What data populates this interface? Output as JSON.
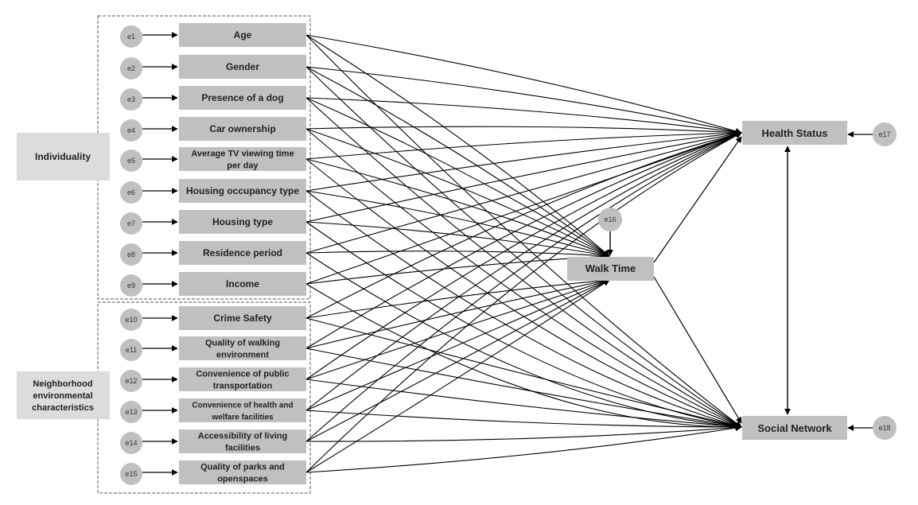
{
  "groups": {
    "individuality": {
      "label": "Individuality"
    },
    "neighborhood": {
      "label_lines": [
        "Neighborhood",
        "environmental",
        "characteristics"
      ]
    }
  },
  "variables": [
    {
      "id": "age",
      "lines": [
        "Age"
      ],
      "error": "e1"
    },
    {
      "id": "gender",
      "lines": [
        "Gender"
      ],
      "error": "e2"
    },
    {
      "id": "dog",
      "lines": [
        "Presence of a dog"
      ],
      "error": "e3"
    },
    {
      "id": "car",
      "lines": [
        "Car ownership"
      ],
      "error": "e4"
    },
    {
      "id": "tv",
      "lines": [
        "Average TV viewing time",
        "per day"
      ],
      "error": "e5"
    },
    {
      "id": "occupancy",
      "lines": [
        "Housing occupancy type"
      ],
      "error": "e6"
    },
    {
      "id": "housing-type",
      "lines": [
        "Housing type"
      ],
      "error": "e7"
    },
    {
      "id": "residence",
      "lines": [
        "Residence period"
      ],
      "error": "e8"
    },
    {
      "id": "income",
      "lines": [
        "Income"
      ],
      "error": "e9"
    },
    {
      "id": "crime",
      "lines": [
        "Crime Safety"
      ],
      "error": "e10"
    },
    {
      "id": "walking-env",
      "lines": [
        "Quality of walking",
        "environment"
      ],
      "error": "e11"
    },
    {
      "id": "transport",
      "lines": [
        "Convenience of public",
        "transportation"
      ],
      "error": "e12"
    },
    {
      "id": "health-fac",
      "lines": [
        "Convenience of health and",
        "welfare facilities"
      ],
      "error": "e13"
    },
    {
      "id": "living-fac",
      "lines": [
        "Accessibility of living",
        "facilities"
      ],
      "error": "e14"
    },
    {
      "id": "parks",
      "lines": [
        "Quality of parks and",
        "openspaces"
      ],
      "error": "e15"
    }
  ],
  "outcomes": {
    "walk": {
      "label": "Walk Time",
      "error": "e16"
    },
    "health": {
      "label": "Health Status",
      "error": "e17"
    },
    "social": {
      "label": "Social Network",
      "error": "e18"
    }
  },
  "colors": {
    "box": "#c0c0c0",
    "group_box": "#dcdcdc",
    "error_circle": "#c0c0c0",
    "line": "#000000",
    "dash": "#555555"
  }
}
